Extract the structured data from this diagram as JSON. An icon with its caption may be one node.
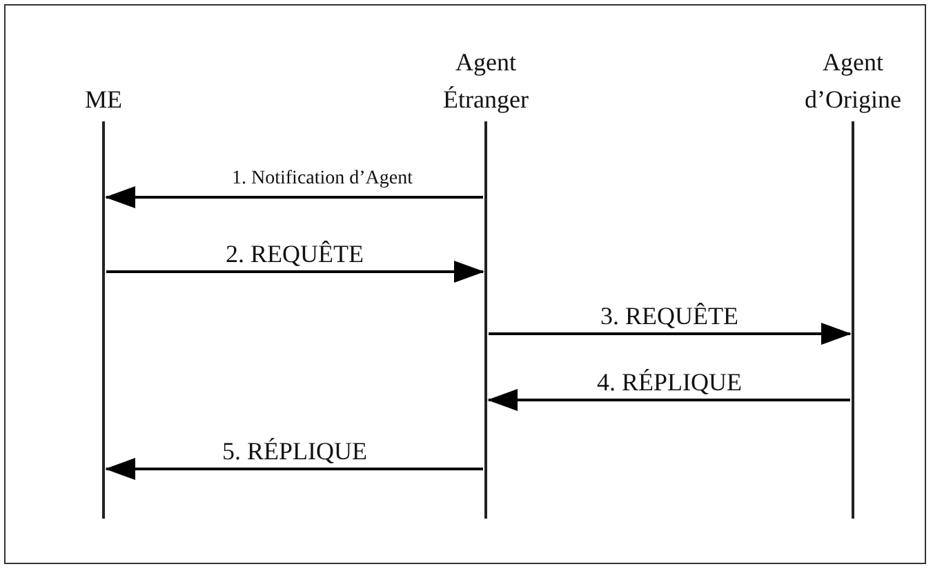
{
  "diagram": {
    "nodes": [
      {
        "text": [
          "ME"
        ]
      },
      {
        "text": [
          "Agent Étranger"
        ]
      },
      {
        "text": [
          "Agent d’Origine"
        ]
      }
    ],
    "edges": [
      {
        "from": 1,
        "to": 0,
        "arrow": "to",
        "label": "1. Notification d’Agent"
      },
      {
        "from": 0,
        "to": 1,
        "arrow": "to",
        "label": "2. REQUÊTE"
      },
      {
        "from": 1,
        "to": 2,
        "arrow": "to",
        "label": "3. REQUÊTE"
      },
      {
        "from": 2,
        "to": 1,
        "arrow": "to",
        "label": "4. RÉPLIQUE"
      },
      {
        "from": 1,
        "to": 0,
        "arrow": "to",
        "label": "5. RÉPLIQUE"
      }
    ]
  }
}
